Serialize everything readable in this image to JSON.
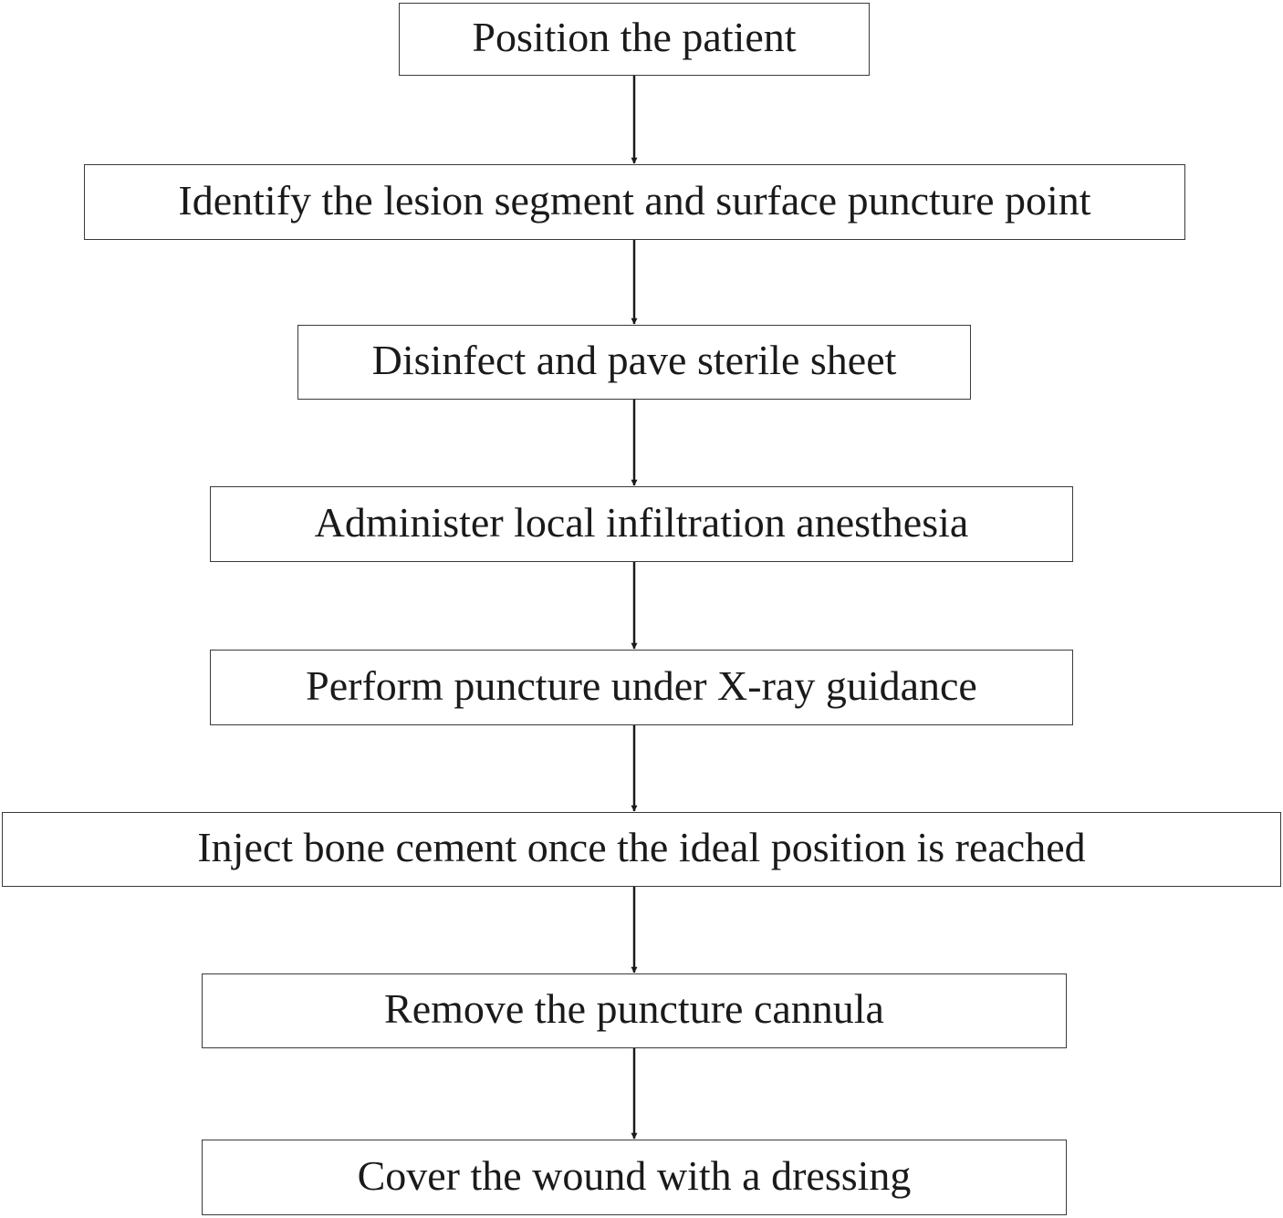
{
  "flowchart": {
    "line_color": "#1a1a1a",
    "box_border_color": "#3a3a3a",
    "steps": [
      {
        "label": "Position the patient"
      },
      {
        "label": "Identify the lesion segment and surface puncture point"
      },
      {
        "label": "Disinfect and pave sterile sheet"
      },
      {
        "label": "Administer local infiltration anesthesia"
      },
      {
        "label": "Perform puncture under X-ray guidance"
      },
      {
        "label": "Inject bone cement once the ideal position is reached"
      },
      {
        "label": "Remove the puncture cannula"
      },
      {
        "label": "Cover the wound with a dressing"
      }
    ]
  }
}
